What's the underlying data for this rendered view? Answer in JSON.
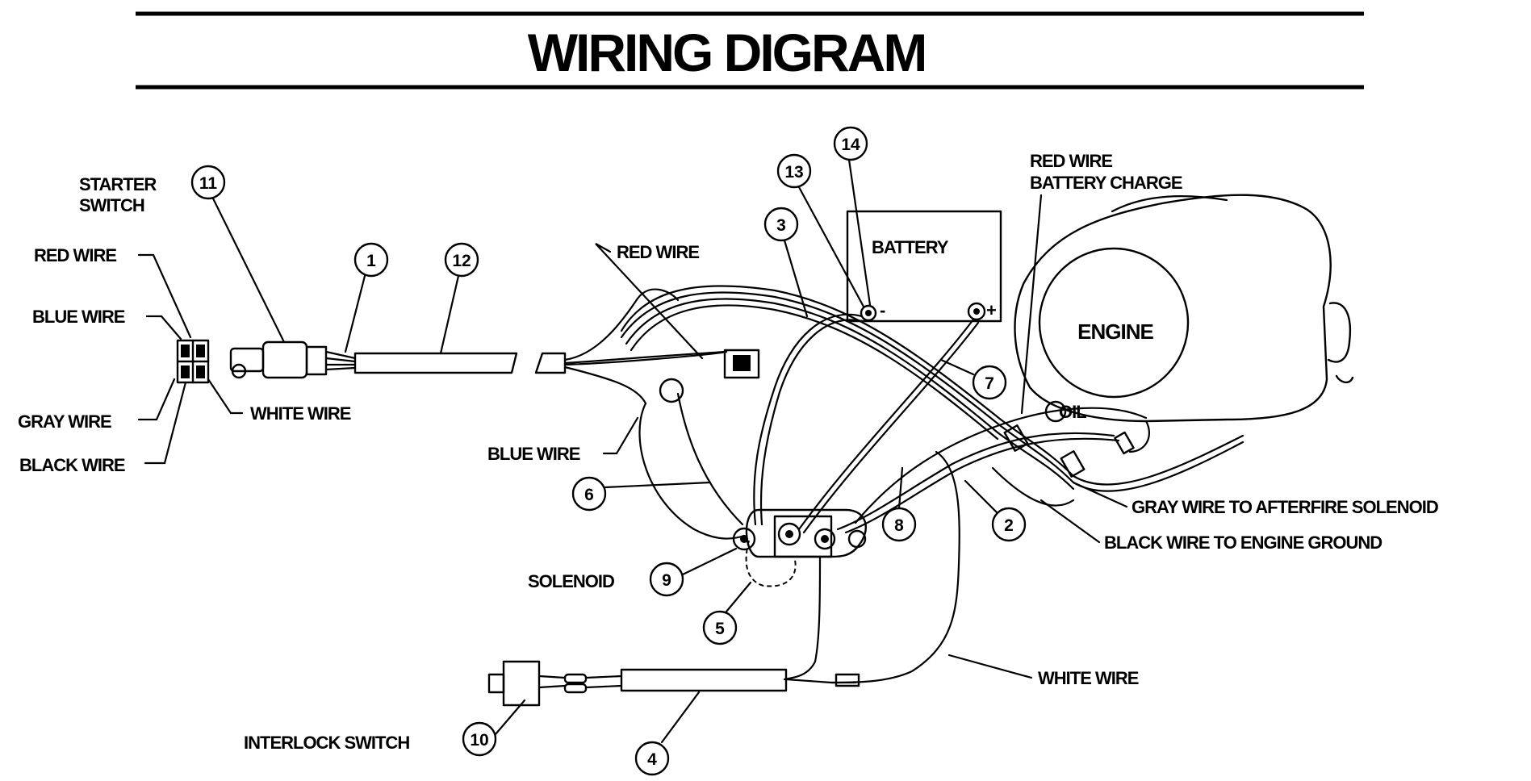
{
  "title": "WIRING DIGRAM",
  "components": {
    "starter_switch": "STARTER\nSWITCH",
    "battery": "BATTERY",
    "battery_neg": "-",
    "battery_pos": "+",
    "engine": "ENGINE",
    "oil": "OIL",
    "solenoid": "SOLENOID",
    "interlock_switch": "INTERLOCK SWITCH"
  },
  "labels": {
    "red_wire_left": "RED WIRE",
    "blue_wire_left": "BLUE WIRE",
    "gray_wire_left": "GRAY WIRE",
    "black_wire_left": "BLACK WIRE",
    "white_wire_left": "WHITE WIRE",
    "red_wire_mid": "RED WIRE",
    "blue_wire_mid": "BLUE WIRE",
    "red_wire_charge_1": "RED WIRE",
    "red_wire_charge_2": "BATTERY CHARGE",
    "gray_wire_afterfire": "GRAY WIRE TO AFTERFIRE SOLENOID",
    "black_wire_ground": "BLACK WIRE TO ENGINE GROUND",
    "white_wire_right": "WHITE WIRE"
  },
  "callouts": [
    "1",
    "2",
    "3",
    "4",
    "5",
    "6",
    "7",
    "8",
    "9",
    "10",
    "11",
    "12",
    "13",
    "14"
  ]
}
